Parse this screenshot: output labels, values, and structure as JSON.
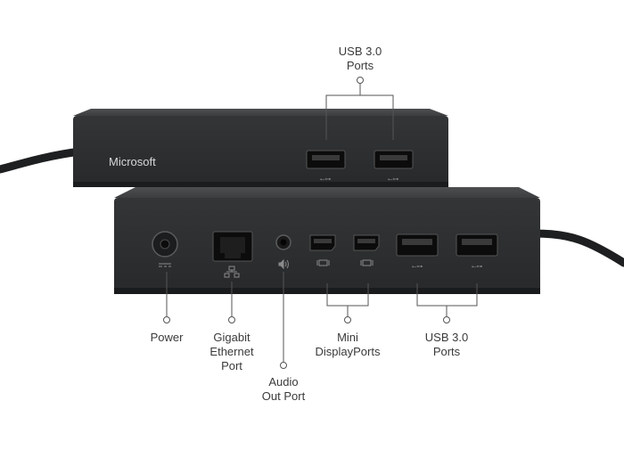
{
  "brand": "Microsoft",
  "labels": {
    "usb_top": "USB 3.0\nPorts",
    "power": "Power",
    "ethernet": "Gigabit\nEthernet\nPort",
    "audio": "Audio\nOut Port",
    "minidp": "Mini\nDisplayPorts",
    "usb_bottom": "USB 3.0\nPorts"
  },
  "icons": [
    "usb-icon",
    "power-dc-icon",
    "ethernet-icon",
    "audio-icon",
    "mini-displayport-icon"
  ],
  "colors": {
    "body_top": "#424446",
    "body_face": "#2f3133",
    "port_fill": "#0c0c0c",
    "cable": "#1e1f20",
    "callout_line": "#555555",
    "text": "#3a3a3a"
  }
}
